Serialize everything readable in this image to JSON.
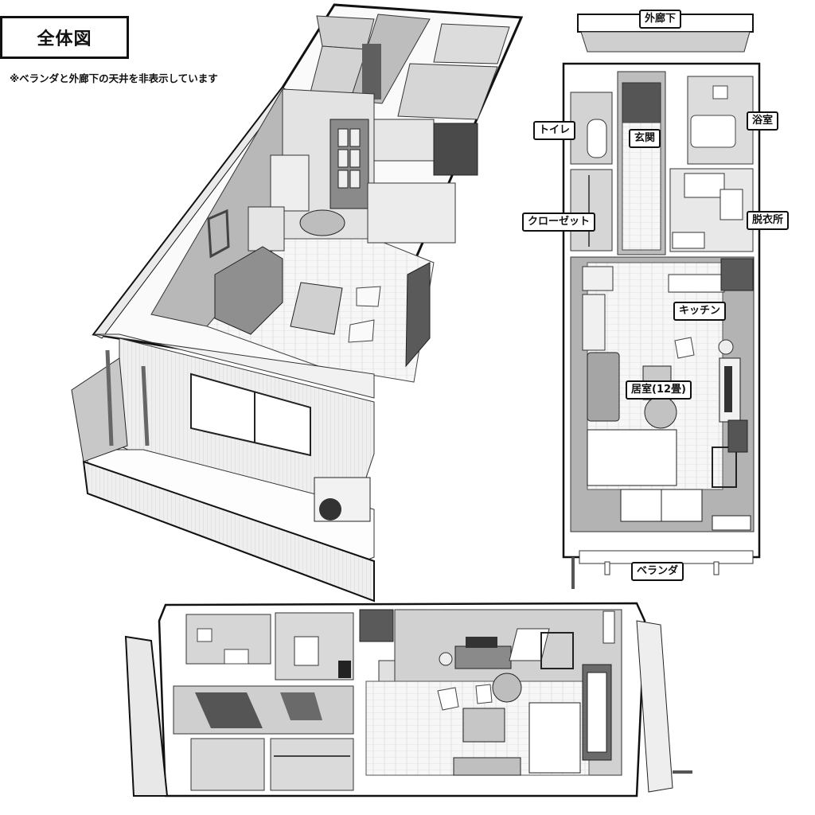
{
  "header": {
    "title": "全体図",
    "note": "※ベランダと外廊下の天井を非表示しています"
  },
  "views": {
    "isometric": {
      "name": "isometric-view"
    },
    "plan": {
      "name": "top-plan-view",
      "labels": {
        "outer_corridor": "外廊下",
        "toilet": "トイレ",
        "entrance": "玄関",
        "bathroom": "浴室",
        "closet": "クローゼット",
        "dressing_room": "脱衣所",
        "kitchen": "キッチン",
        "living_room": "居室(12畳)",
        "veranda": "ベランダ"
      }
    },
    "side": {
      "name": "side-cutaway-view"
    }
  },
  "colors": {
    "wall_dark": "#6e6e6e",
    "wall_mid": "#a9a9a9",
    "wall_light": "#d6d6d6",
    "floor": "#f4f4f4",
    "outline": "#111111"
  }
}
